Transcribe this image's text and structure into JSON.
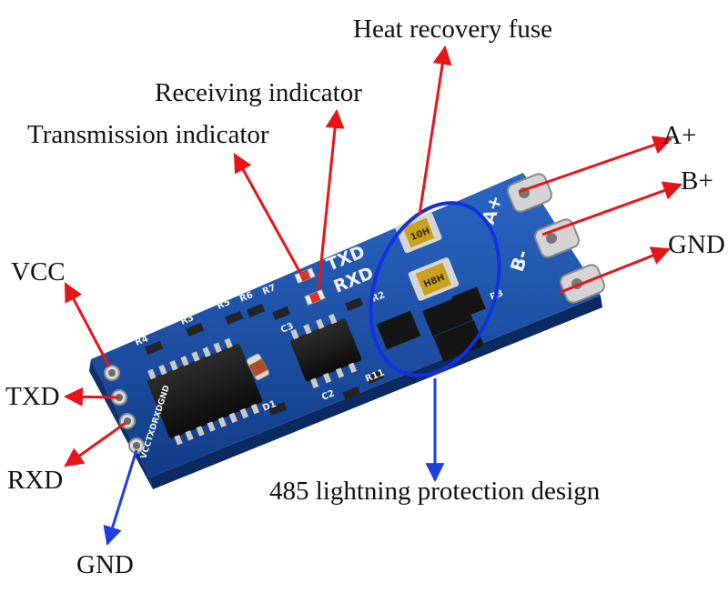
{
  "labels": {
    "heat_fuse": "Heat recovery fuse",
    "rx_indicator": "Receiving indicator",
    "tx_indicator": "Transmission indicator",
    "a_plus": "A+",
    "b_plus": "B+",
    "gnd_right": "GND",
    "vcc": "VCC",
    "txd": "TXD",
    "rxd": "RXD",
    "gnd_left": "GND",
    "lightning": "485 lightning protection design"
  },
  "silkscreen": {
    "txd": "TXD",
    "rxd": "RXD",
    "pins_left": "VCCTXDRXDGND",
    "r4": "R4",
    "r3": "R3",
    "r5": "R5",
    "r6": "R6",
    "r7": "R7",
    "c3": "C3",
    "c2": "C2",
    "r11": "R11",
    "d1": "D1",
    "r2": "R2",
    "a_plus": "A+",
    "b_minus": "B-",
    "r3_right": "R3",
    "fuse_mark": "10H",
    "fuse_mark_2": "H8H"
  },
  "colors": {
    "arrow_red": "#e8141a",
    "arrow_blue": "#1d3fe0",
    "highlight_ellipse": "#1230e0",
    "board_blue": "#1a4fa8"
  }
}
